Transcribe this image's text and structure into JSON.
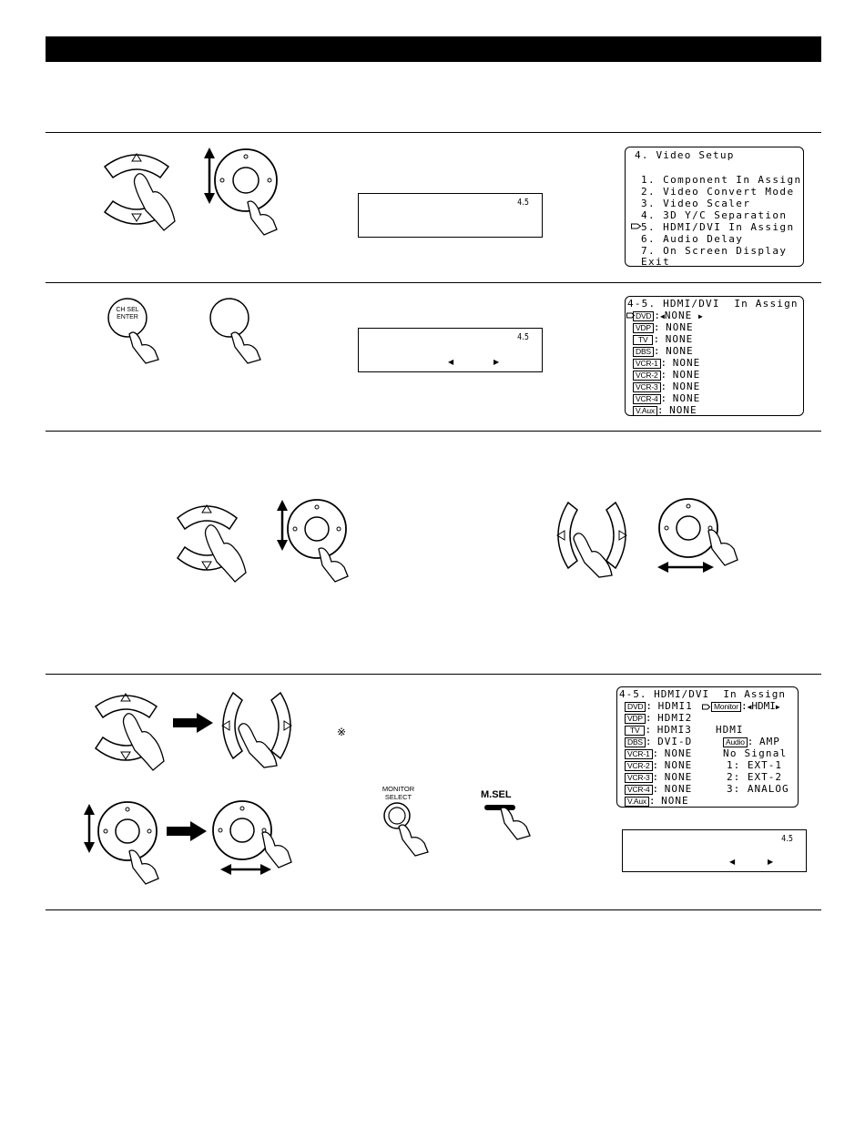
{
  "section1": {
    "lcd": {
      "number": "4.5"
    },
    "osd": {
      "title": "4. Video Setup",
      "items": [
        "1. Component In Assign",
        "2. Video Convert Mode",
        "3. Video Scaler",
        "4. 3D Y/C Separation",
        "5. HDMI/DVI In Assign",
        "6. Audio Delay",
        "7. On Screen Display"
      ],
      "exit": "Exit"
    }
  },
  "section2": {
    "button_label": "CH SEL\nENTER",
    "lcd": {
      "number": "4.5"
    },
    "osd": {
      "title": "4-5. HDMI/DVI  In Assign",
      "rows": [
        {
          "tag": "DVD",
          "value": "NONE"
        },
        {
          "tag": "VDP",
          "value": "NONE"
        },
        {
          "tag": "TV",
          "value": "NONE"
        },
        {
          "tag": "DBS",
          "value": "NONE"
        },
        {
          "tag": "VCR-1",
          "value": "NONE"
        },
        {
          "tag": "VCR-2",
          "value": "NONE"
        },
        {
          "tag": "VCR-3",
          "value": "NONE"
        },
        {
          "tag": "VCR-4",
          "value": "NONE"
        },
        {
          "tag": "V.Aux",
          "value": "NONE"
        }
      ]
    }
  },
  "section4": {
    "note_mark": "※",
    "monitor_select_label": "MONITOR\nSELECT",
    "msel_label": "M.SEL",
    "lcd": {
      "number": "4.5"
    },
    "osd": {
      "title": "4-5. HDMI/DVI  In Assign",
      "rows": [
        {
          "tag": "DVD",
          "value": "HDMI1"
        },
        {
          "tag": "VDP",
          "value": "HDMI2"
        },
        {
          "tag": "TV",
          "value": "HDMI3"
        },
        {
          "tag": "DBS",
          "value": "DVI-D"
        },
        {
          "tag": "VCR-1",
          "value": "NONE"
        },
        {
          "tag": "VCR-2",
          "value": "NONE"
        },
        {
          "tag": "VCR-3",
          "value": "NONE"
        },
        {
          "tag": "VCR-4",
          "value": "NONE"
        },
        {
          "tag": "V.Aux",
          "value": "NONE"
        }
      ],
      "monitor_tag": "Monitor",
      "monitor_value": "HDMI",
      "monitor_sub": "HDMI",
      "audio_tag": "Audio",
      "audio_value": "AMP",
      "audio_lines": [
        "No Signal",
        "1: EXT-1",
        "2: EXT-2",
        "3: ANALOG"
      ]
    }
  }
}
